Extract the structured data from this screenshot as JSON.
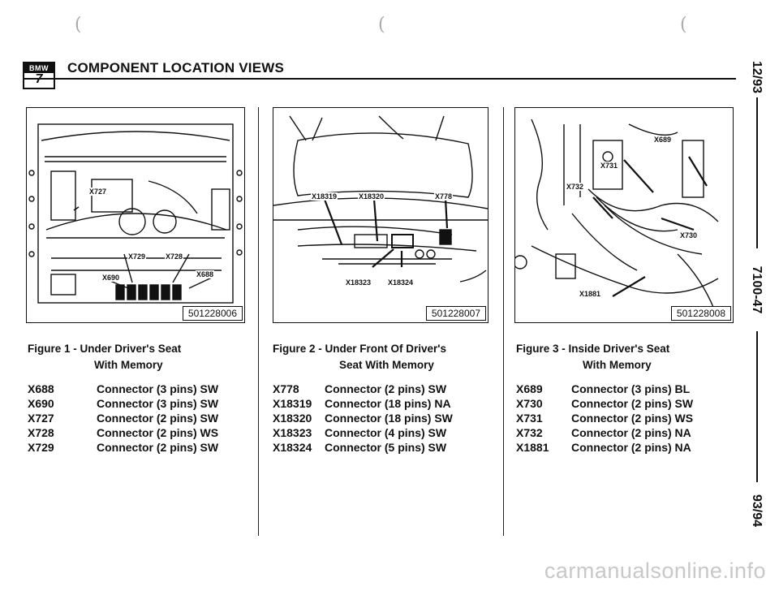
{
  "header": {
    "logo_brand": "BMW",
    "logo_series": "7",
    "title": "COMPONENT LOCATION VIEWS"
  },
  "side": {
    "date": "12/93",
    "page": "7100-47",
    "model_years": "93/94"
  },
  "figures": [
    {
      "image_number": "501228006",
      "caption_line1": "Figure 1 - Under Driver's Seat",
      "caption_line2": "With Memory",
      "callouts": [
        "X727",
        "X729",
        "X728",
        "X690",
        "X688"
      ],
      "connectors": [
        {
          "code": "X688",
          "desc": "Connector (3 pins) SW"
        },
        {
          "code": "X690",
          "desc": "Connector (3 pins) SW"
        },
        {
          "code": "X727",
          "desc": "Connector (2 pins) SW"
        },
        {
          "code": "X728",
          "desc": "Connector (2 pins) WS"
        },
        {
          "code": "X729",
          "desc": "Connector (2 pins) SW"
        }
      ]
    },
    {
      "image_number": "501228007",
      "caption_line1": "Figure 2 - Under Front Of Driver's",
      "caption_line2": "Seat With Memory",
      "callouts": [
        "X18319",
        "X18320",
        "X778",
        "X18323",
        "X18324"
      ],
      "connectors": [
        {
          "code": "X778",
          "desc": "Connector (2 pins) SW"
        },
        {
          "code": "X18319",
          "desc": "Connector (18 pins) NA"
        },
        {
          "code": "X18320",
          "desc": "Connector (18 pins) SW"
        },
        {
          "code": "X18323",
          "desc": "Connector (4 pins) SW"
        },
        {
          "code": "X18324",
          "desc": "Connector (5 pins) SW"
        }
      ]
    },
    {
      "image_number": "501228008",
      "caption_line1": "Figure 3 - Inside Driver's Seat",
      "caption_line2": "With Memory",
      "callouts": [
        "X689",
        "X731",
        "X732",
        "X730",
        "X1881"
      ],
      "connectors": [
        {
          "code": "X689",
          "desc": "Connector (3 pins) BL"
        },
        {
          "code": "X730",
          "desc": "Connector (2 pins) SW"
        },
        {
          "code": "X731",
          "desc": "Connector (2 pins) WS"
        },
        {
          "code": "X732",
          "desc": "Connector (2 pins) NA"
        },
        {
          "code": "X1881",
          "desc": "Connector (2 pins) NA"
        }
      ]
    }
  ],
  "watermark": "carmanualsonline.info"
}
